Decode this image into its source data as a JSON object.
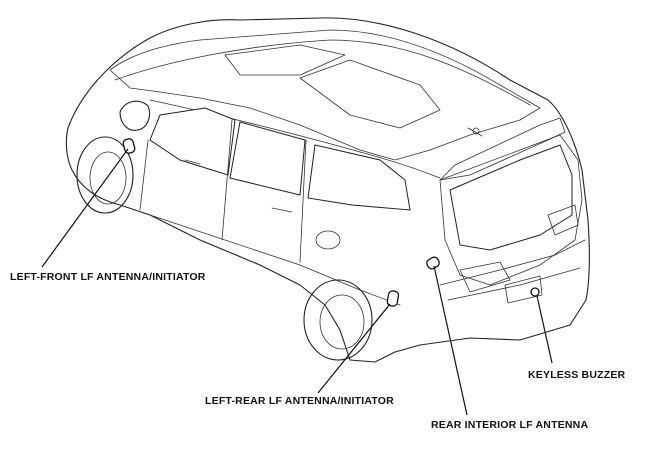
{
  "callouts": {
    "left_front": "LEFT-FRONT LF ANTENNA/INITIATOR",
    "left_rear": "LEFT-REAR LF ANTENNA/INITIATOR",
    "rear_interior": "REAR INTERIOR LF ANTENNA",
    "keyless_buzzer": "KEYLESS BUZZER"
  }
}
